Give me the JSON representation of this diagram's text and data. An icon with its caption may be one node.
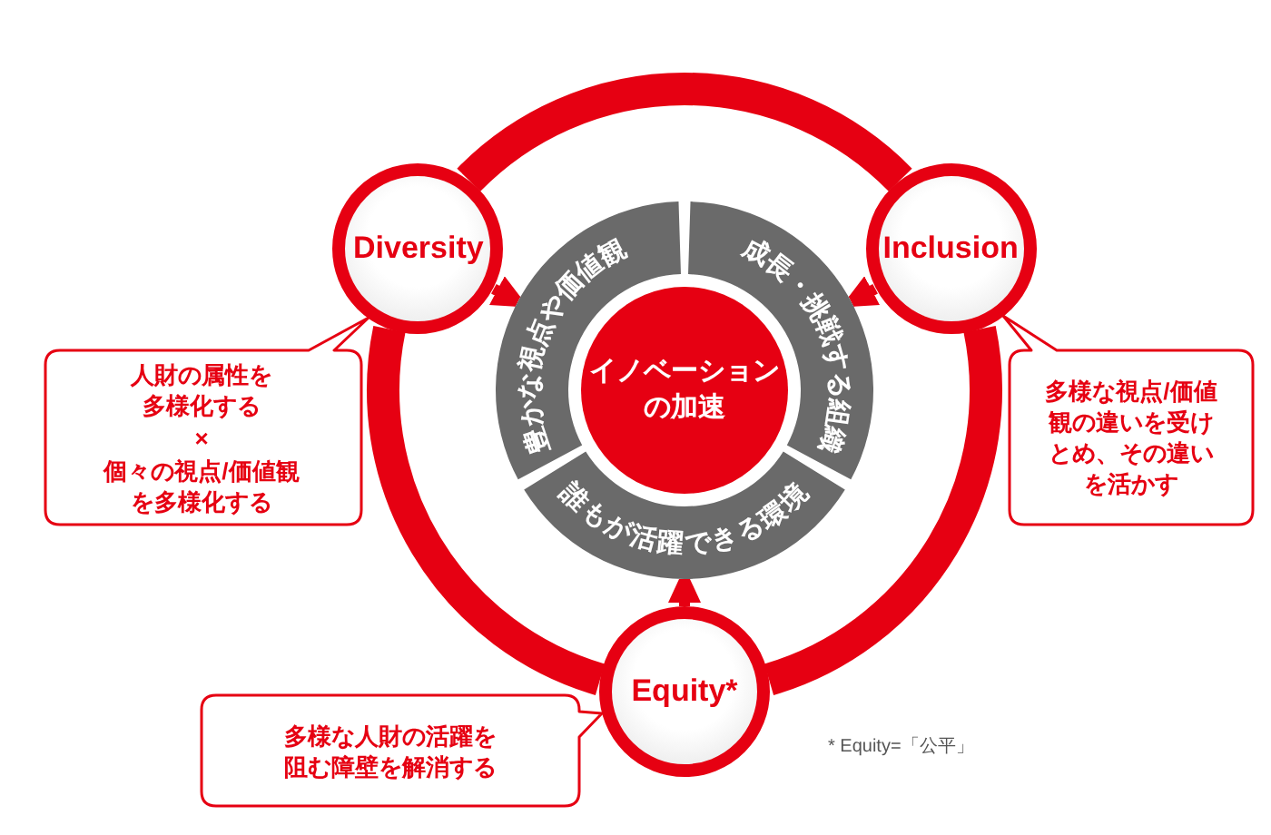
{
  "diagram": {
    "nodes": [
      {
        "text": [
          "Diversity"
        ]
      },
      {
        "text": [
          "Inclusion"
        ]
      },
      {
        "text": [
          "豊かな視点や価値観"
        ]
      },
      {
        "text": [
          "成長・挑戦する組織"
        ]
      },
      {
        "text": [
          "イノベーションの加速"
        ]
      },
      {
        "text": [
          "誰もが活躍できる環境"
        ]
      },
      {
        "text": [
          "人財の属性を多様化する",
          "×",
          "個々の視点/価値観を多様化する"
        ]
      },
      {
        "text": [
          "多様な視点/価値観の違いを受けとめ、その違いを活かす"
        ]
      },
      {
        "text": [
          "多様な人財の活躍を阻む障壁を解消する"
        ]
      },
      {
        "text": [
          "Equity*"
        ]
      }
    ],
    "edges": [
      {
        "from": 0,
        "to": 1,
        "arrow": "none",
        "style": "thick"
      },
      {
        "from": 1,
        "to": 9,
        "arrow": "none",
        "style": "thick"
      },
      {
        "from": 9,
        "to": 0,
        "arrow": "none",
        "style": "thick"
      },
      {
        "from": 0,
        "to": 2,
        "arrow": "to"
      },
      {
        "from": 1,
        "to": 3,
        "arrow": "to"
      },
      {
        "from": 9,
        "to": 5,
        "arrow": "to"
      }
    ],
    "labels": [
      "* Equity=「公平」"
    ]
  }
}
